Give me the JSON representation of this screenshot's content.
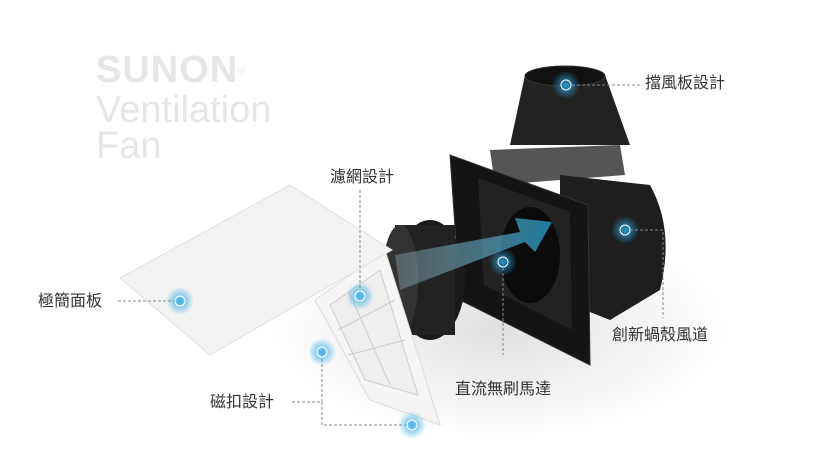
{
  "logo": {
    "brand": "SUNON",
    "registered": "®",
    "line1": "Ventilation",
    "line2": "Fan"
  },
  "callouts": [
    {
      "id": "damper",
      "label": "擋風板設計"
    },
    {
      "id": "filter",
      "label": "濾網設計"
    },
    {
      "id": "panel",
      "label": "極簡面板"
    },
    {
      "id": "housing",
      "label": "創新蝸殼風道"
    },
    {
      "id": "motor",
      "label": "直流無刷馬達"
    },
    {
      "id": "magnet",
      "label": "磁扣設計"
    }
  ],
  "colors": {
    "accent": "#2aa6e0",
    "arrow": "#1f8fb8",
    "body": "#1b1b1b",
    "logo": "#e6e6e6"
  }
}
